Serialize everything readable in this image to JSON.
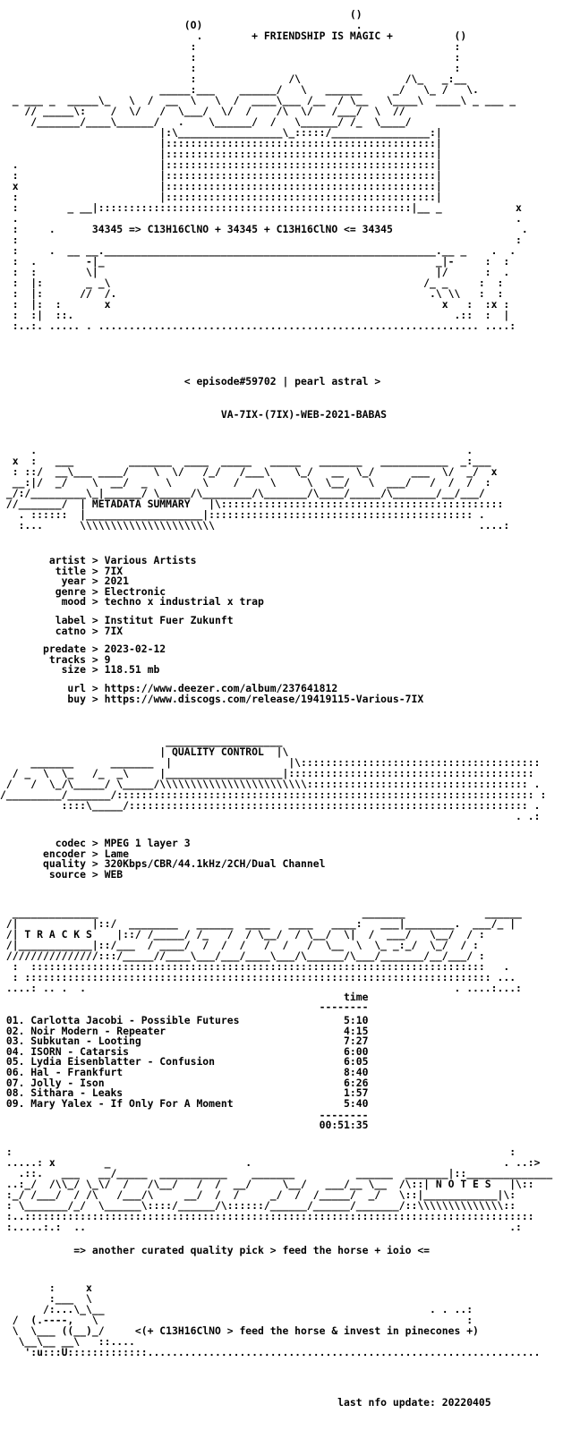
{
  "nfo": {
    "lines": [
      "                                                         ()",
      "                              (O)                         .",
      "                                .        + FRIENDSHIP IS MAGIC +          ()",
      "                               :                                          :",
      "                               :                                          :",
      "                               :                                          :",
      "                               :               /\\                 /\\_   _:__  ",
      "                          _____:___    ______/   \\   ______     _/   \\_ /   \\.",
      "  _ ___ _  _____\\_   \\  /  __  \\   \\  /  ____\\___ /__  / \\__   \\____\\  ____\\ _ ___ _",
      "    // _____\\:    /  \\/   /  \\___/  \\/  /    /\\  \\/   /___/  \\  //",
      "     /_______/____\\______/   .    \\______/  /   \\______/ /_  \\____/",
      "                          |:\\_________________\\_:::::/________________:|",
      "                          |::::::::::::::::::::::::::::::::::::::::::::|",
      "                          |::::::::::::::::::::::::::::::::::::::::::::|",
      "  .                       |::::::::::::::::::::::::::::::::::::::::::::|",
      "  :                       |::::::::::::::::::::::::::::::::::::::::::::|",
      "  x                       |::::::::::::::::::::::::::::::::::::::::::::|",
      "  :                       |::::::::::::::::::::::::::::::::::::::::::::|",
      "  :        _ __|:::::::::::::::::::::::::::::::::::::::::::::::::::|__ _            x",
      "  .                                                                                 .",
      "  :     .      34345 => C13H16ClNO + 34345 + C13H16ClNO <= 34345                     .",
      "  :                                                                                 :",
      "  :     .  __ __.______________________________________________________.__ _    .  .",
      "  :  .        -|_                                                      _|-     :  :",
      "  :  :        \\|                                                       |/      :  .",
      "  :  |:       _ _\\                                                   /_ _     :  :",
      "  :  |:      //  /.                                                   .\\ \\\\   :  :",
      "  :  |:  :       x                                                      x   :  :x :",
      "  :  :|  ::.                                                              .::  :  |",
      "  :..:. ..... . .............................................................. ....:"
    ],
    "header_extra": "",
    "episode": "< episode#59702 | pearl astral >",
    "release": "VA-7IX-(7IX)-WEB-2021-BABAS",
    "section_metadata": "METADATA SUMMARY",
    "section_quality": "QUALITY CONTROL",
    "section_tracks": "T R A C K S",
    "section_notes": "N O T E S",
    "metadata": [
      {
        "key": "artist",
        "value": "Various Artists"
      },
      {
        "key": "title",
        "value": "7IX"
      },
      {
        "key": "year",
        "value": "2021"
      },
      {
        "key": "genre",
        "value": "Electronic"
      },
      {
        "key": "mood",
        "value": "techno x industrial x trap"
      },
      {
        "key": "",
        "value": ""
      },
      {
        "key": "label",
        "value": "Institut Fuer Zukunft"
      },
      {
        "key": "catno",
        "value": "7IX"
      },
      {
        "key": "",
        "value": ""
      },
      {
        "key": "predate",
        "value": "2023-02-12"
      },
      {
        "key": "tracks",
        "value": "9"
      },
      {
        "key": "size",
        "value": "118.51 mb"
      },
      {
        "key": "",
        "value": ""
      },
      {
        "key": "url",
        "value": "https://www.deezer.com/album/237641812"
      },
      {
        "key": "buy",
        "value": "https://www.discogs.com/release/19419115-Various-7IX"
      }
    ],
    "quality": [
      {
        "key": "codec",
        "value": "MPEG 1 layer 3"
      },
      {
        "key": "encoder",
        "value": "Lame"
      },
      {
        "key": "quality",
        "value": "320Kbps/CBR/44.1kHz/2CH/Dual Channel"
      },
      {
        "key": "source",
        "value": "WEB"
      }
    ],
    "tracks_header": "time",
    "tracks": [
      {
        "num": "01.",
        "title": "Carlotta Jacobi - Possible Futures",
        "time": "5:10"
      },
      {
        "num": "02.",
        "title": "Noir Modern - Repeater",
        "time": "4:15"
      },
      {
        "num": "03.",
        "title": "Subkutan - Looting",
        "time": "7:27"
      },
      {
        "num": "04.",
        "title": "ISORN - Catarsis",
        "time": "6:00"
      },
      {
        "num": "05.",
        "title": "Lydia Eisenblatter - Confusion",
        "time": "6:05"
      },
      {
        "num": "06.",
        "title": "Hal - Frankfurt",
        "time": "8:40"
      },
      {
        "num": "07.",
        "title": "Jolly - Ison",
        "time": "6:26"
      },
      {
        "num": "08.",
        "title": "Sithara - Leaks",
        "time": "1:57"
      },
      {
        "num": "09.",
        "title": "Mary Yalex - If Only For A Moment",
        "time": "5:40"
      }
    ],
    "total_time": "00:51:35",
    "notes_text": "=> another curated quality pick > feed the horse + ioio <=",
    "footer_tag": "<(+ C13H16ClNO > feed the horse & invest in pinecones +)",
    "last_update": "last nfo update: 20220405"
  }
}
